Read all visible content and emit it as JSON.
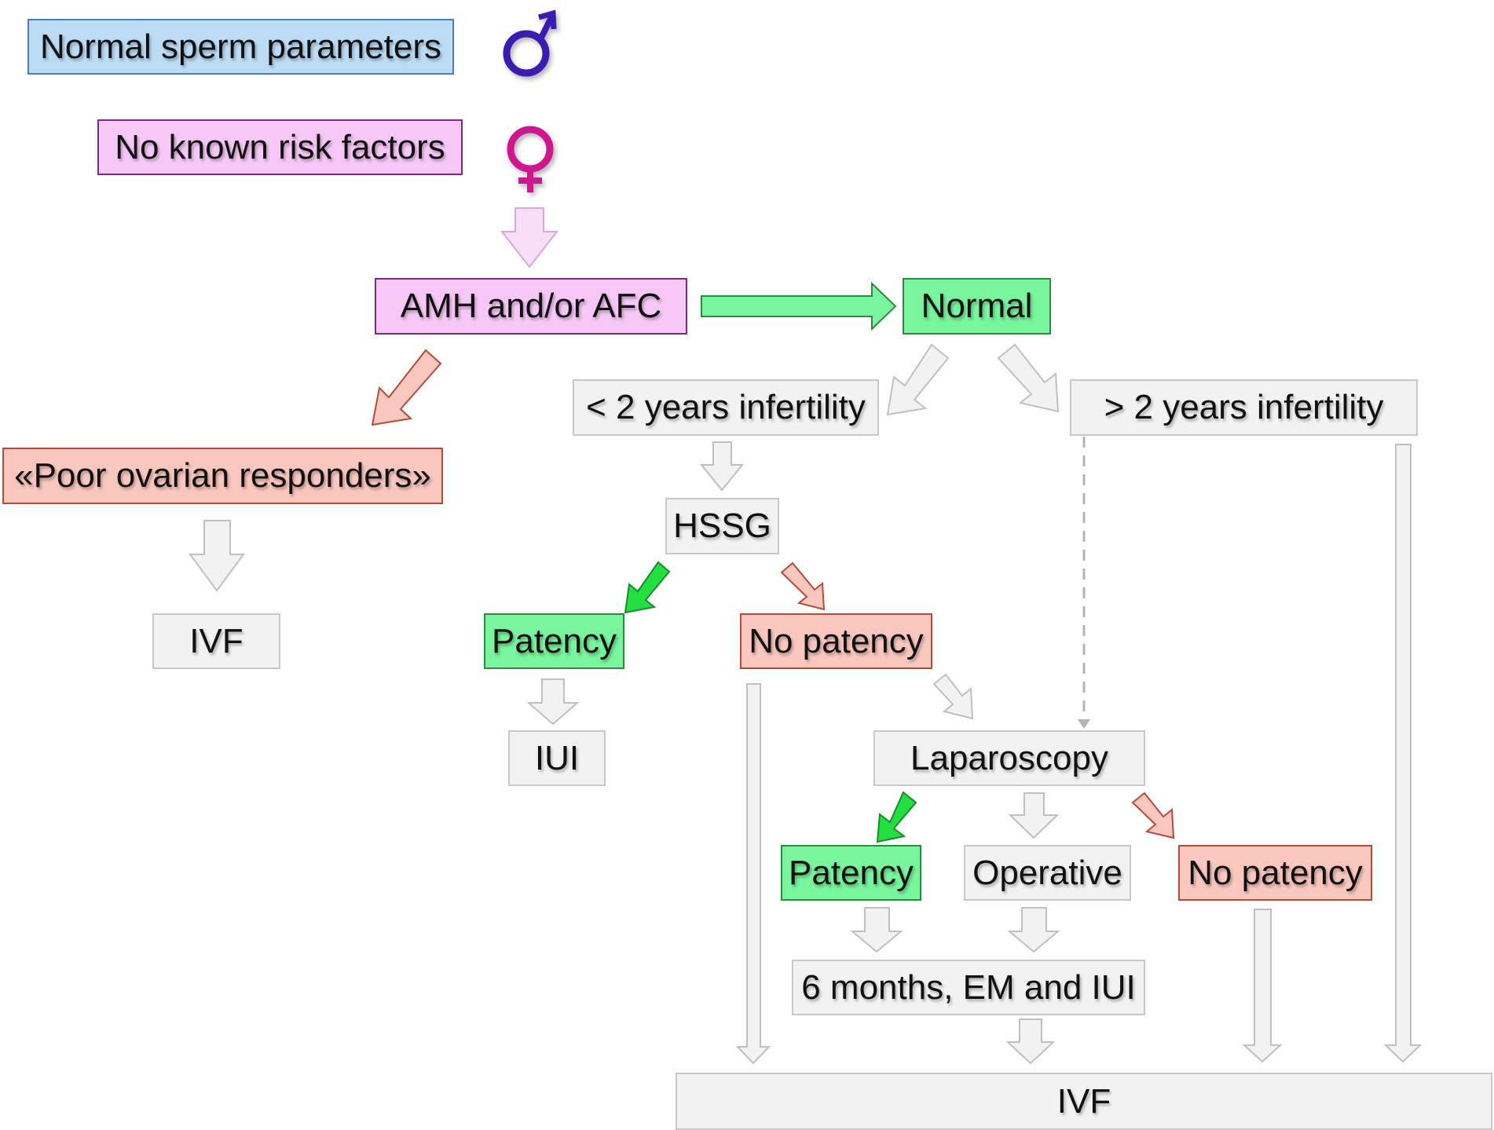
{
  "nodes": {
    "normal_sperm": "Normal sperm parameters",
    "no_risk": "No known risk factors",
    "amh_afc": "AMH and/or AFC",
    "normal": "Normal",
    "poor_responders": "«Poor ovarian responders»",
    "ivf_left": "IVF",
    "lt2": "< 2 years infertility",
    "gt2": "> 2 years infertility",
    "hssg": "HSSG",
    "patency1": "Patency",
    "no_patency1": "No patency",
    "iui": "IUI",
    "laparoscopy": "Laparoscopy",
    "patency2": "Patency",
    "operative": "Operative",
    "no_patency2": "No patency",
    "six_months": "6 months, EM and IUI",
    "ivf_bottom": "IVF"
  },
  "symbols": {
    "male": "male-symbol",
    "female": "female-symbol"
  },
  "colors": {
    "blue_fill": "#bcdcf6",
    "pink_fill": "#f7c7f7",
    "green_fill": "#78f59d",
    "red_fill": "#fac7bf",
    "gray_fill": "#f2f2f2",
    "male_symbol": "#3a1fb0",
    "female_symbol": "#d0158e"
  }
}
